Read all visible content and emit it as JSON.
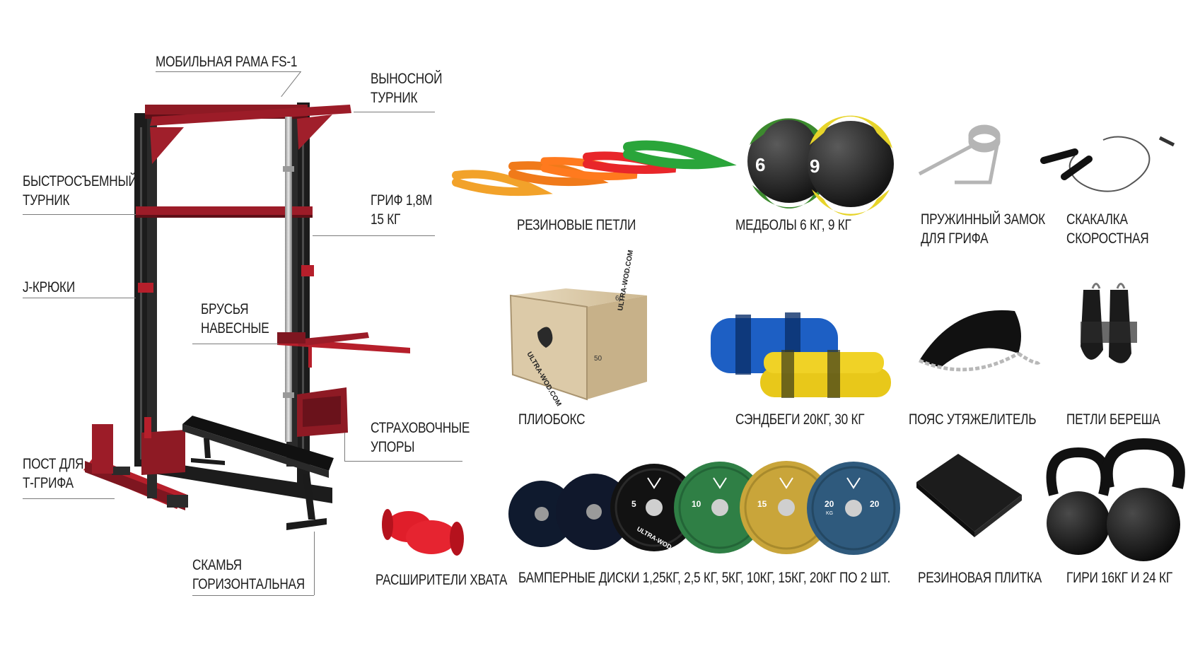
{
  "rack_callouts": {
    "mobile_frame": "МОБИЛЬНАЯ РАМА FS-1",
    "outrigger_bar": [
      "ВЫНОСНОЙ",
      "ТУРНИК"
    ],
    "quick_bar": [
      "БЫСТРОСЪЕМНЫЙ",
      "ТУРНИК"
    ],
    "barbell": [
      "ГРИФ 1,8М",
      "15 КГ"
    ],
    "j_hooks": "J-КРЮКИ",
    "dip_bars": [
      "БРУСЬЯ",
      "НАВЕСНЫЕ"
    ],
    "safety": [
      "СТРАХОВОЧНЫЕ",
      "УПОРЫ"
    ],
    "t_bar_post": [
      "ПОСТ ДЛЯ",
      "Т-ГРИФА"
    ],
    "bench": [
      "СКАМЬЯ",
      "ГОРИЗОНТАЛЬНАЯ"
    ]
  },
  "products": {
    "bands": "РЕЗИНОВЫЕ ПЕТЛИ",
    "medballs": "МЕДБОЛЫ 6 КГ, 9 КГ",
    "collar": [
      "ПРУЖИННЫЙ ЗАМОК",
      "ДЛЯ ГРИФА"
    ],
    "rope": [
      "СКАКАЛКА",
      "СКОРОСТНАЯ"
    ],
    "plyobox": "ПЛИОБОКС",
    "sandbags": "СЭНДБЕГИ 20КГ, 30 КГ",
    "dip_belt": "ПОЯС УТЯЖЕЛИТЕЛЬ",
    "ab_straps": "ПЕТЛИ БЕРЕША",
    "grips": "РАСШИРИТЕЛИ ХВАТА",
    "plates": "БАМПЕРНЫЕ ДИСКИ 1,25КГ, 2,5 КГ, 5КГ, 10КГ, 15КГ, 20КГ ПО 2 ШТ.",
    "tile": "РЕЗИНОВАЯ ПЛИТКА",
    "kettlebells": "ГИРИ 16КГ И 24 КГ"
  },
  "art_text": {
    "brand": "ULTRA-WOD.COM",
    "box_side": "ULTRA-WOD.COM",
    "box_n1": "50",
    "box_n2": "60",
    "ball_6": "6",
    "ball_9": "9",
    "plate_5": "5",
    "plate_10": "10",
    "plate_15": "15",
    "plate_20": "20",
    "plate_kg": "KG"
  },
  "colors": {
    "rack_red": "#8e1a24",
    "rack_black": "#1c1c1c",
    "band_yellow": "#f2a22a",
    "band_orange": "#f07a1a",
    "band_red": "#e8262a",
    "band_green": "#2aa53a",
    "ball_green": "#3c8a2e",
    "ball_yellow": "#e7d42a",
    "plate_green": "#2f7f45",
    "plate_yellow": "#c9a53a",
    "plate_blue": "#2f5a7d",
    "sandbag_blue": "#1d5fc4",
    "sandbag_yellow": "#e8c81a",
    "grip_red": "#e01e2a",
    "box_wood": "#d9c7a6"
  }
}
